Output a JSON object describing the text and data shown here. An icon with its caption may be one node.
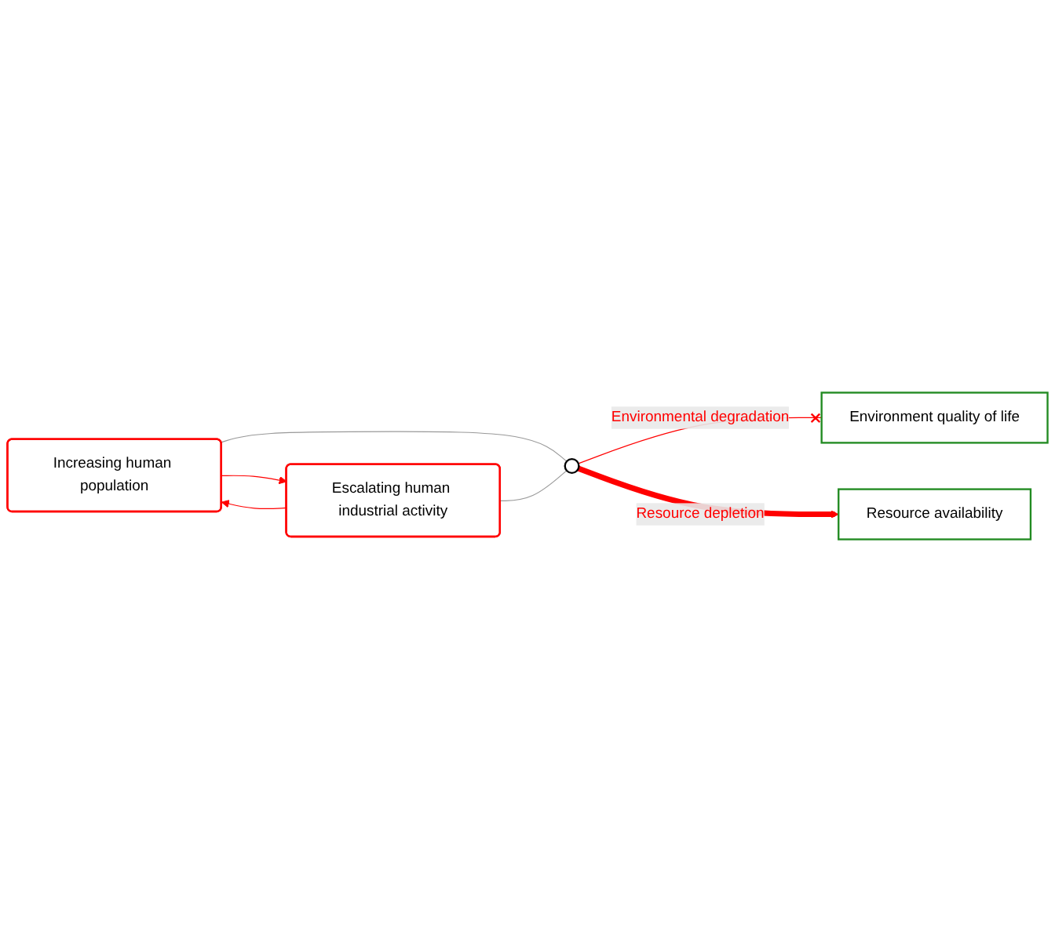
{
  "diagram": {
    "nodes": [
      {
        "text": [
          "Environment quality of life"
        ]
      },
      {
        "text": [
          "Increasing human population"
        ]
      },
      {
        "text": [
          "Escalating human industrial activity"
        ]
      },
      {
        "text": [],
        "shape": "circle"
      },
      {
        "text": [
          "Resource availability"
        ]
      }
    ],
    "edges": [
      {
        "from": 1,
        "to": 2,
        "arrow": "to",
        "color": "#ff0000"
      },
      {
        "from": 2,
        "to": 1,
        "arrow": "to",
        "color": "#ff0000"
      },
      {
        "from": 1,
        "to": 3,
        "arrow": "none",
        "color": "#999999"
      },
      {
        "from": 2,
        "to": 3,
        "arrow": "none",
        "color": "#999999"
      },
      {
        "from": 3,
        "to": 0,
        "label": "Environmental degradation",
        "arrow": "other",
        "color": "#ff0000"
      },
      {
        "from": 3,
        "to": 4,
        "label": "Resource depletion",
        "arrow": "to",
        "style": "thick",
        "color": "#ff0000"
      }
    ]
  }
}
